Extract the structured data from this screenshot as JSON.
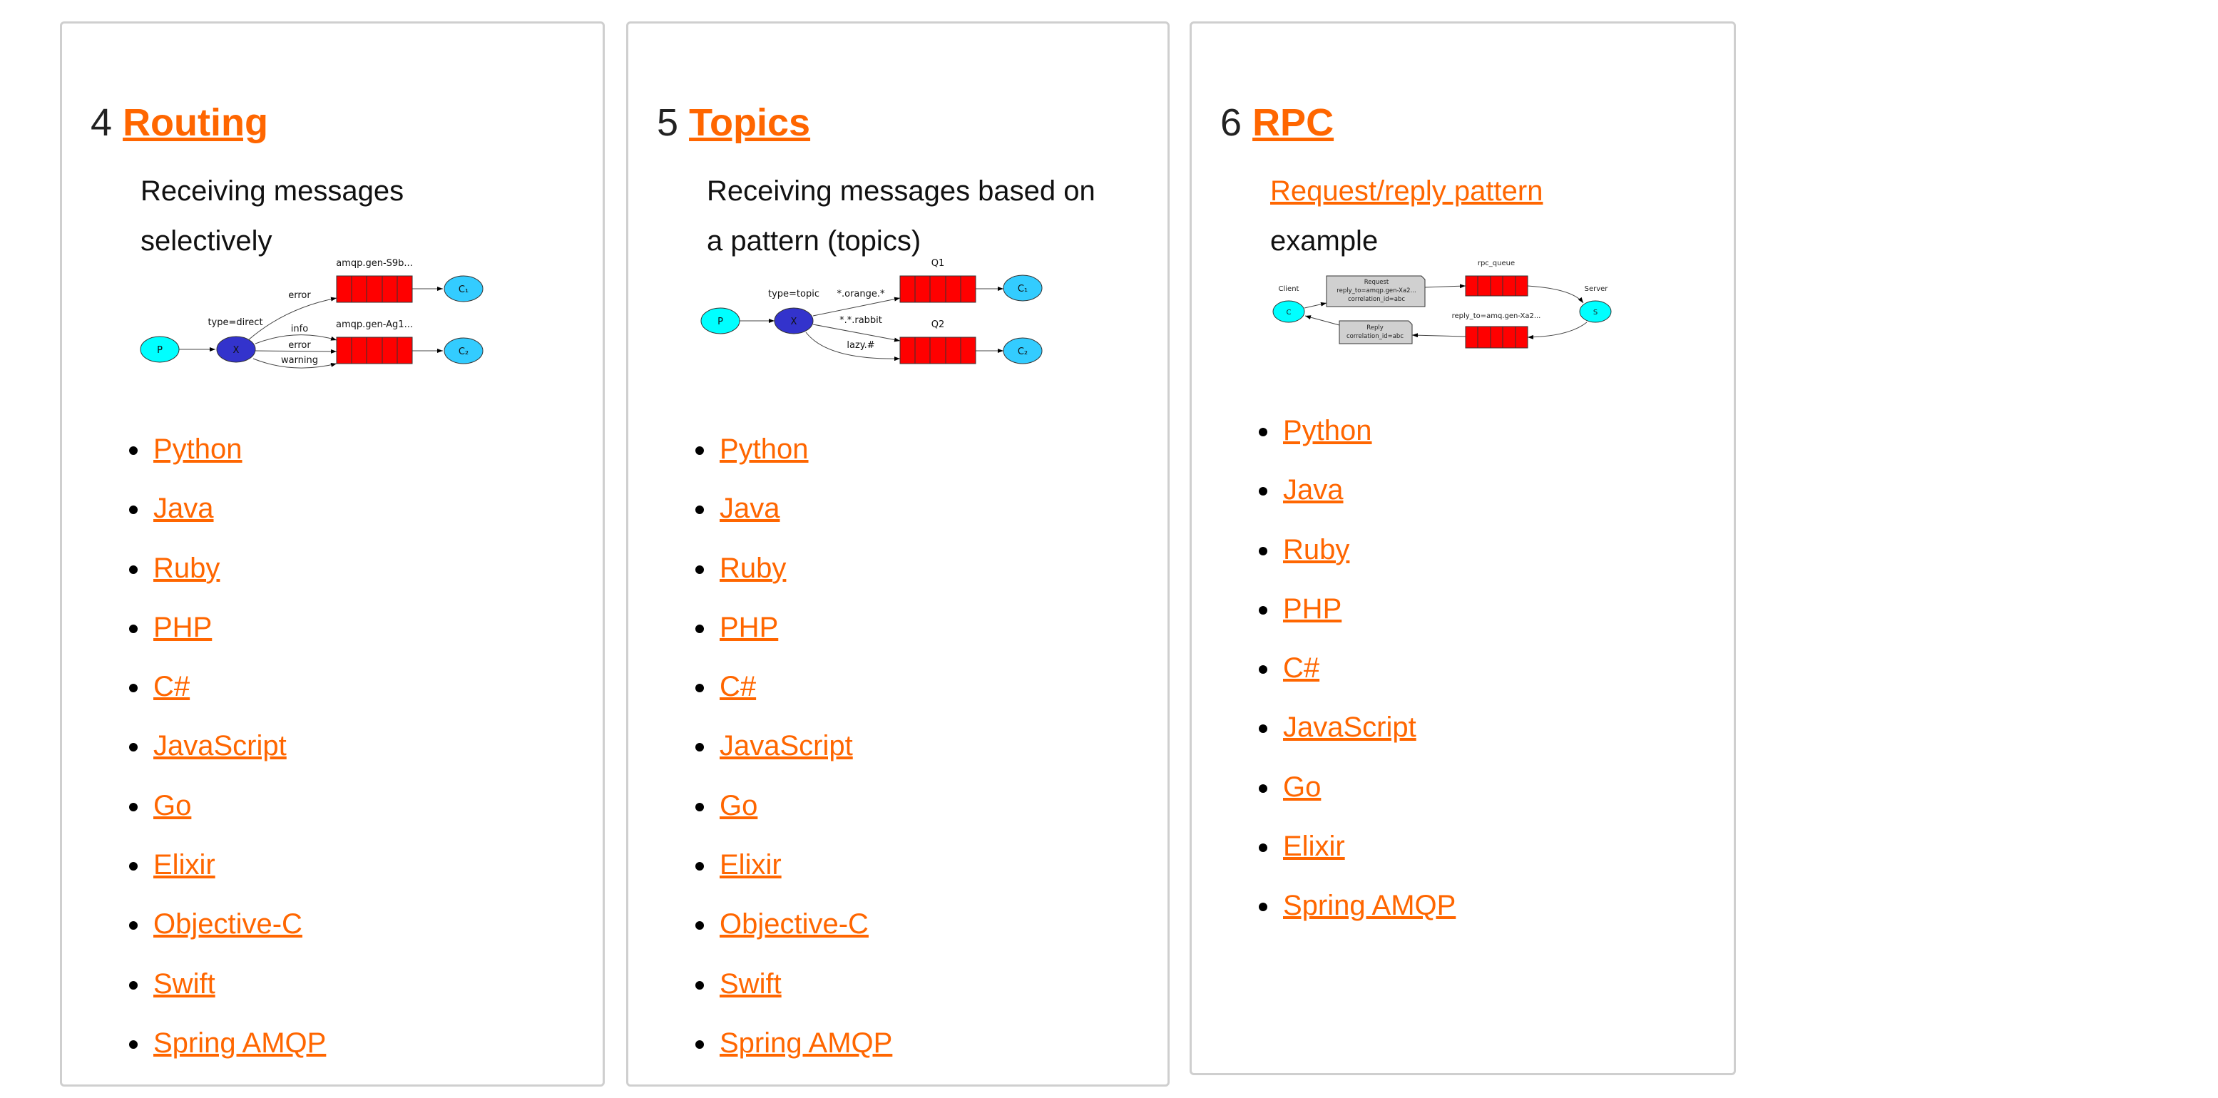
{
  "colors": {
    "link": "#ff6600",
    "queue": "#ff0000",
    "producer": "#00ffff",
    "exchange": "#3333cc",
    "consumer": "#33ccff"
  },
  "cards": [
    {
      "number": "4",
      "title": "Routing",
      "description": "Receiving messages selectively",
      "diagram": {
        "exchange_type": "type=direct",
        "queue1": "amqp.gen-S9b...",
        "queue2": "amqp.gen-Ag1...",
        "producer": "P",
        "exchange": "X",
        "consumer1": "C₁",
        "consumer2": "C₂",
        "binding1": "error",
        "binding2": "info",
        "binding3": "error",
        "binding4": "warning"
      },
      "languages": [
        "Python",
        "Java",
        "Ruby",
        "PHP",
        "C#",
        "JavaScript",
        "Go",
        "Elixir",
        "Objective-C",
        "Swift",
        "Spring AMQP"
      ]
    },
    {
      "number": "5",
      "title": "Topics",
      "description": "Receiving messages based on a pattern (topics)",
      "diagram": {
        "exchange_type": "type=topic",
        "queue1": "Q1",
        "queue2": "Q2",
        "producer": "P",
        "exchange": "X",
        "consumer1": "C₁",
        "consumer2": "C₂",
        "binding1": "*.orange.*",
        "binding2": "*.*.rabbit",
        "binding3": "lazy.#"
      },
      "languages": [
        "Python",
        "Java",
        "Ruby",
        "PHP",
        "C#",
        "JavaScript",
        "Go",
        "Elixir",
        "Objective-C",
        "Swift",
        "Spring AMQP"
      ]
    },
    {
      "number": "6",
      "title": "RPC",
      "description_link": "Request/reply pattern",
      "description": "example",
      "diagram": {
        "client_label": "Client",
        "client": "C",
        "server_label": "Server",
        "server": "S",
        "request_title": "Request",
        "request_reply_to": "reply_to=amqp.gen-Xa2...",
        "request_corr": "correlation_id=abc",
        "rpc_queue": "rpc_queue",
        "reply_queue": "reply_to=amq.gen-Xa2...",
        "reply_title": "Reply",
        "reply_corr": "correlation_id=abc"
      },
      "languages": [
        "Python",
        "Java",
        "Ruby",
        "PHP",
        "C#",
        "JavaScript",
        "Go",
        "Elixir",
        "Spring AMQP"
      ]
    }
  ]
}
